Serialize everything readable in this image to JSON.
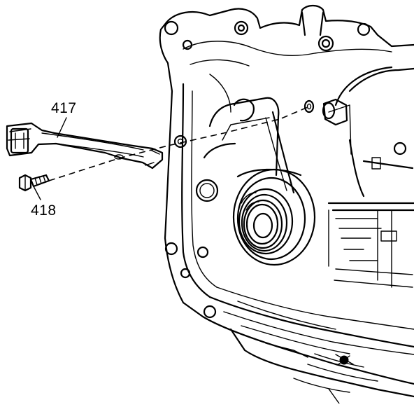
{
  "diagram": {
    "callouts": [
      {
        "id": "417",
        "label": "417",
        "part": "bracket"
      },
      {
        "id": "418",
        "label": "418",
        "part": "bolt"
      }
    ]
  }
}
